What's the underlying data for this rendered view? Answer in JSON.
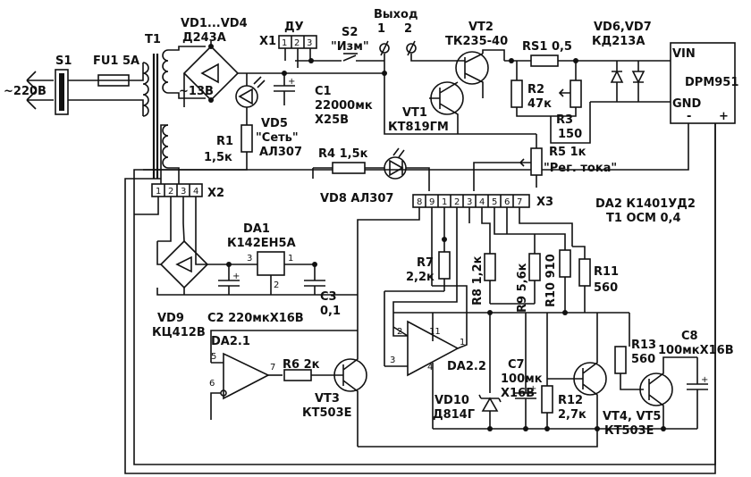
{
  "mains": {
    "label": "~220В",
    "switch": "S1",
    "fuse": "FU1 5A"
  },
  "transformer": {
    "label": "T1",
    "tap": "~13В"
  },
  "bridge1": {
    "label": "VD1...VD4",
    "type": "Д243А"
  },
  "connector_x1": {
    "label": "X1",
    "du": "ДУ",
    "pins": [
      "1",
      "2",
      "3"
    ]
  },
  "switch_s2": {
    "label": "S2",
    "sub": "\"Изм\""
  },
  "output": {
    "label": "Выход",
    "pin1": "1",
    "pin2": "2"
  },
  "vt2": {
    "label": "VT2",
    "type": "ТК235-40"
  },
  "vt1": {
    "label": "VT1",
    "type": "КТ819ГМ"
  },
  "rs1": {
    "label": "RS1 0,5"
  },
  "vd67": {
    "label": "VD6,VD7",
    "type": "КД213А"
  },
  "dpm": {
    "title": "DPM951",
    "vin": "VIN",
    "gnd": "GND",
    "minus": "-",
    "plus": "+"
  },
  "c1": {
    "label": "C1",
    "value": "22000мк",
    "volt": "X25В"
  },
  "vd5": {
    "label": "VD5",
    "sub": "\"Сеть\"",
    "type": "АЛ307"
  },
  "r1": {
    "label": "R1",
    "value": "1,5к"
  },
  "r2": {
    "label": "R2",
    "value": "47к"
  },
  "r3": {
    "label": "R3",
    "value": "150"
  },
  "r4": {
    "label": "R4 1,5к"
  },
  "r5": {
    "label": "R5 1к",
    "sub": "\"Рег. тока\""
  },
  "vd8": {
    "label": "VD8 АЛ307"
  },
  "connector_x2": {
    "label": "X2",
    "pins": [
      "1",
      "2",
      "3",
      "4"
    ]
  },
  "connector_x3": {
    "label": "X3",
    "pins": [
      "8",
      "9",
      "1",
      "2",
      "3",
      "4",
      "5",
      "6",
      "7"
    ]
  },
  "da2_note": {
    "line1": "DA2 К1401УД2",
    "line2": "T1 ОСМ 0,4"
  },
  "da1": {
    "label": "DA1",
    "type": "К142ЕН5А",
    "pin1": "1",
    "pin2": "2",
    "pin3": "3"
  },
  "vd9": {
    "label": "VD9",
    "type": "КЦ412В"
  },
  "c2": {
    "label": "C2 220мкX16В"
  },
  "c3": {
    "label": "C3",
    "value": "0,1"
  },
  "r7": {
    "label": "R7",
    "value": "2,2к"
  },
  "r8": {
    "label": "R8 1,2к"
  },
  "r9": {
    "label": "R9 5,6к"
  },
  "r10": {
    "label": "R10 910"
  },
  "r11": {
    "label": "R11",
    "value": "560"
  },
  "da21": {
    "label": "DA2.1",
    "pin5": "5",
    "pin6": "6",
    "pin7": "7"
  },
  "da22": {
    "label": "DA2.2",
    "pin2": "2",
    "pin3": "3",
    "pin11": "11",
    "pin1": "1",
    "pin4": "4"
  },
  "r6": {
    "label": "R6  2к"
  },
  "vt3": {
    "label": "VT3",
    "type": "КТ503Е"
  },
  "c7": {
    "label": "C7",
    "value": "100мк",
    "volt": "X16В"
  },
  "vd10": {
    "label": "VD10",
    "type": "Д814Г"
  },
  "r12": {
    "label": "R12",
    "value": "2,7к"
  },
  "vt45": {
    "label": "VT4, VT5",
    "type": "КТ503Е"
  },
  "r13": {
    "label": "R13",
    "value": "560"
  },
  "c8": {
    "label": "C8",
    "value": "100мкX16В"
  }
}
